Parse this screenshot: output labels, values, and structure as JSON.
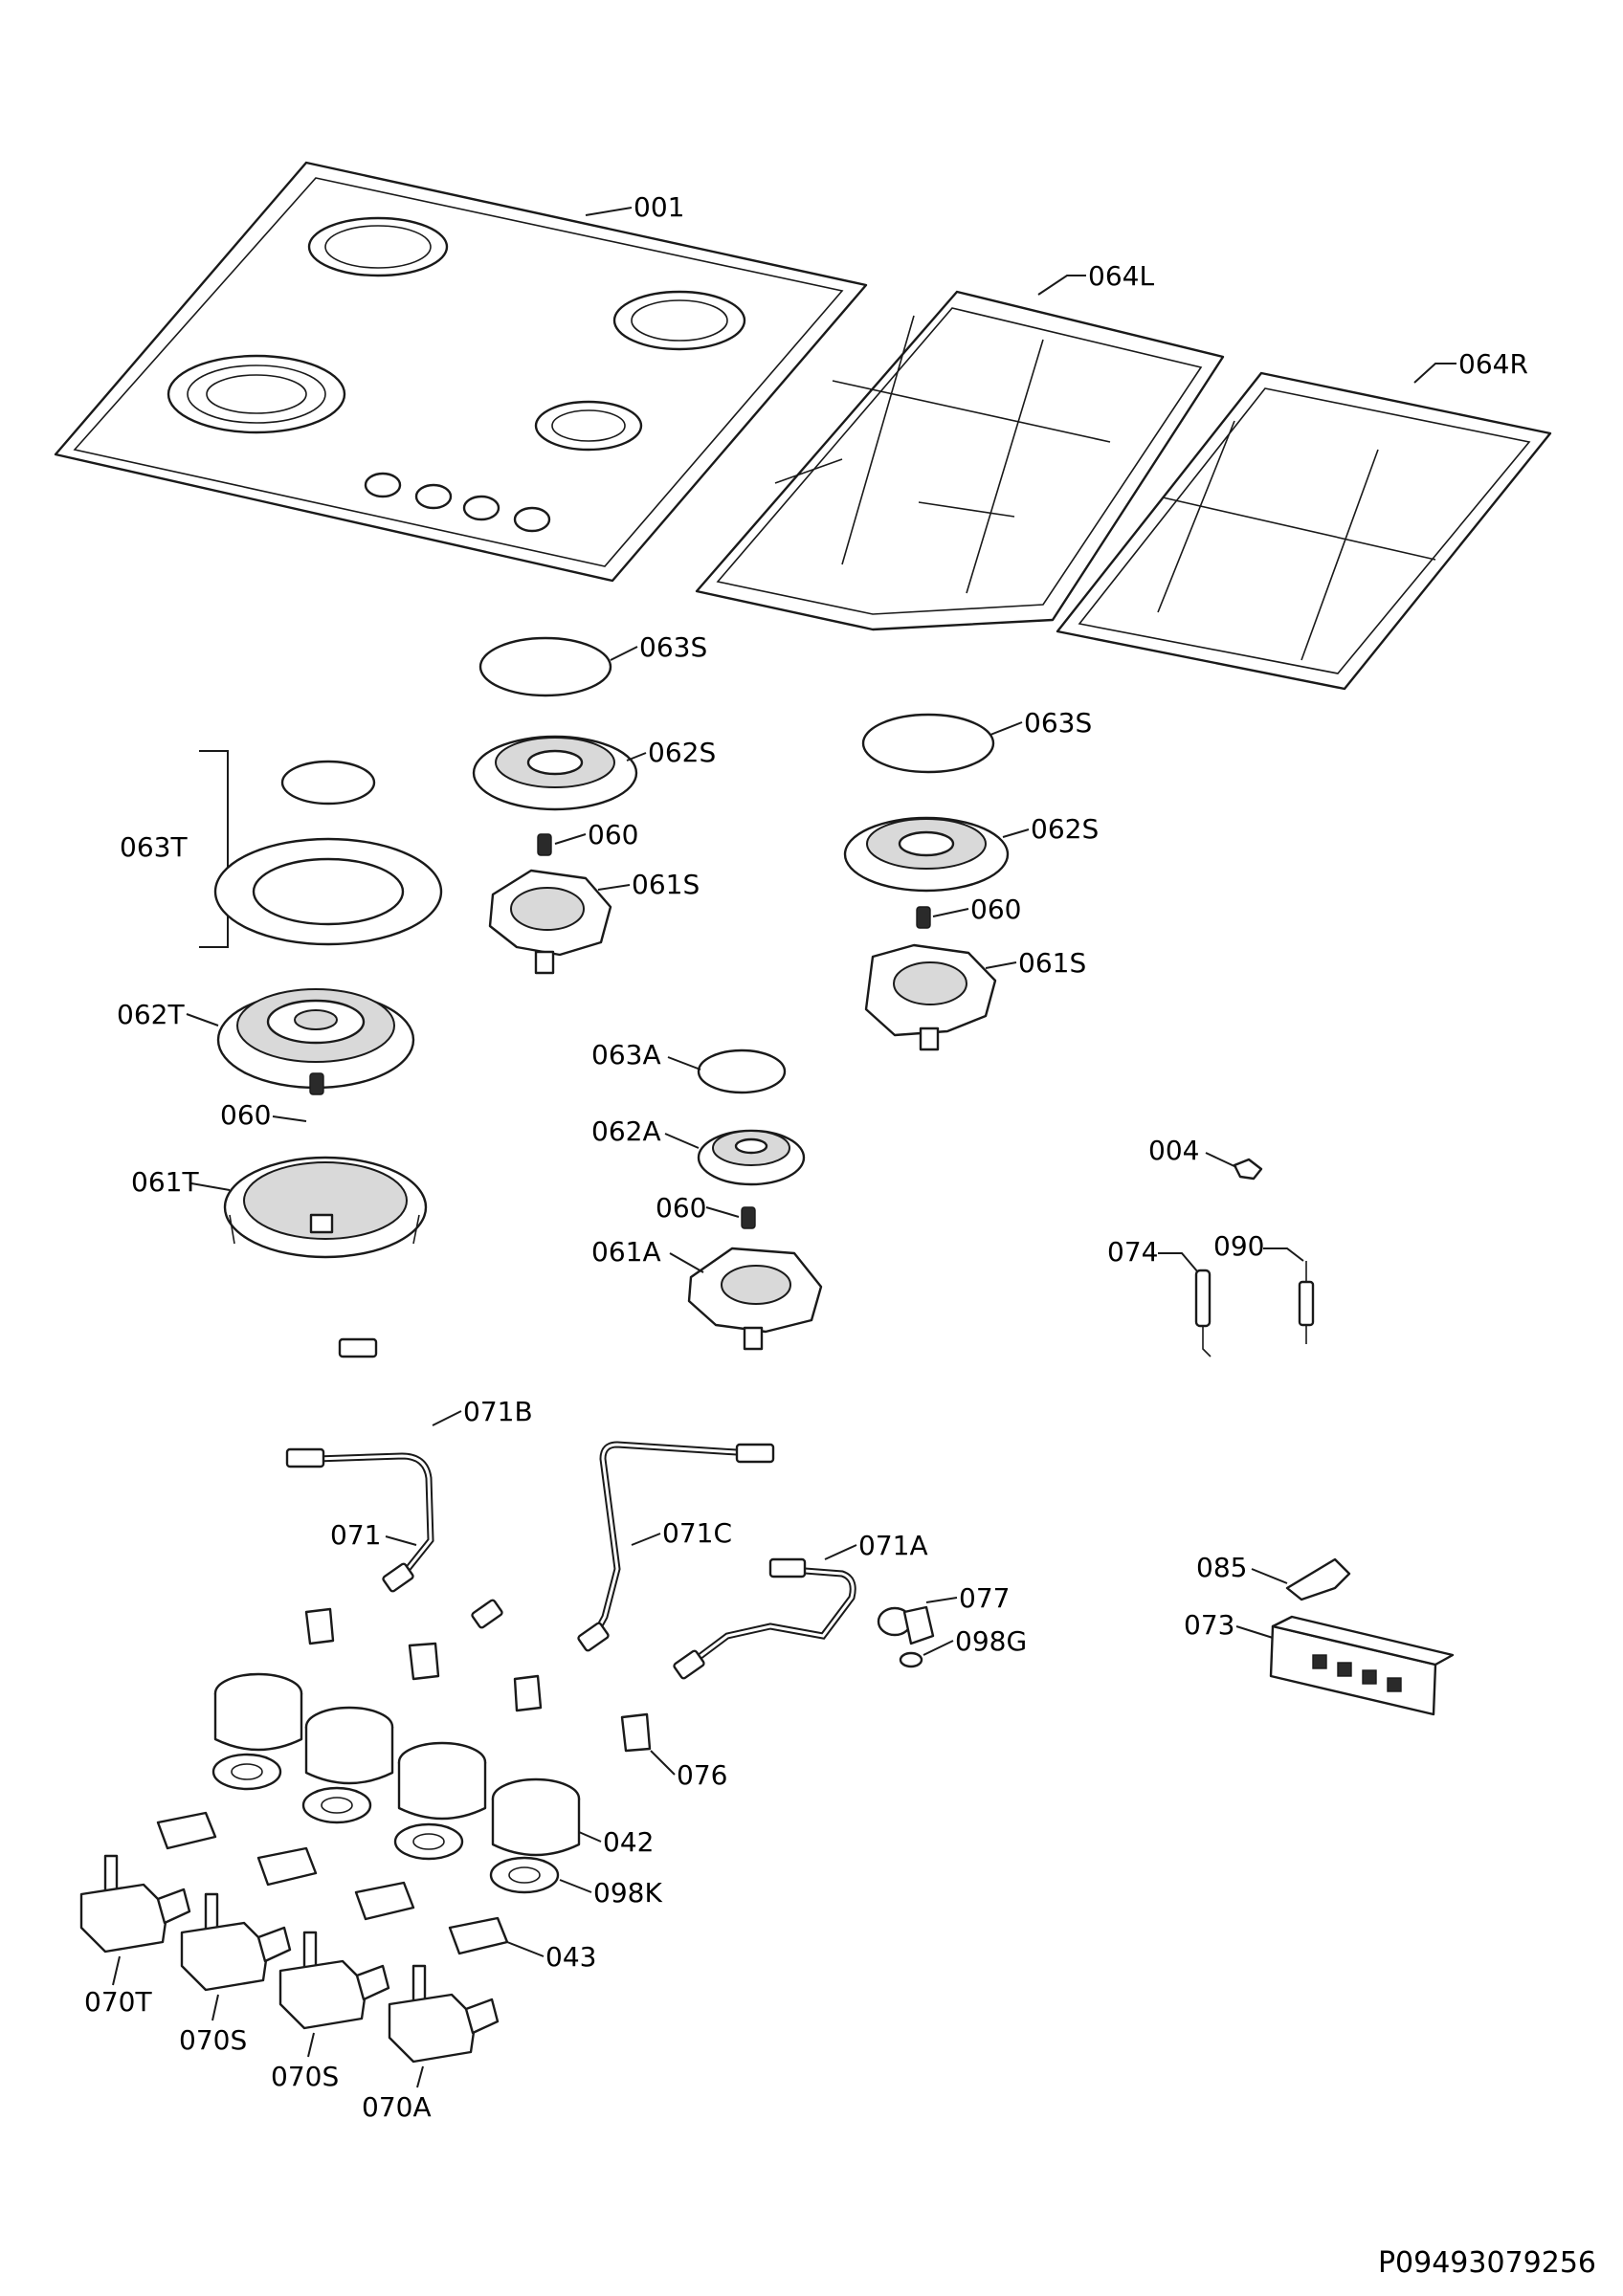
{
  "labels": {
    "p001": "001",
    "p064L": "064L",
    "p064R": "064R",
    "p063S_a": "063S",
    "p063S_b": "063S",
    "p062S_a": "062S",
    "p062S_b": "062S",
    "p060_a": "060",
    "p060_b": "060",
    "p060_c": "060",
    "p060_d": "060",
    "p061S_a": "061S",
    "p061S_b": "061S",
    "p063T": "063T",
    "p062T": "062T",
    "p061T": "061T",
    "p063A": "063A",
    "p062A": "062A",
    "p061A": "061A",
    "p004": "004",
    "p074": "074",
    "p090": "090",
    "p071B": "071B",
    "p071": "071",
    "p071C": "071C",
    "p071A": "071A",
    "p077": "077",
    "p098G": "098G",
    "p085": "085",
    "p073": "073",
    "p076": "076",
    "p042": "042",
    "p098K": "098K",
    "p043": "043",
    "p070T": "070T",
    "p070S_a": "070S",
    "p070S_b": "070S",
    "p070A": "070A"
  },
  "document_id": "P09493079256"
}
